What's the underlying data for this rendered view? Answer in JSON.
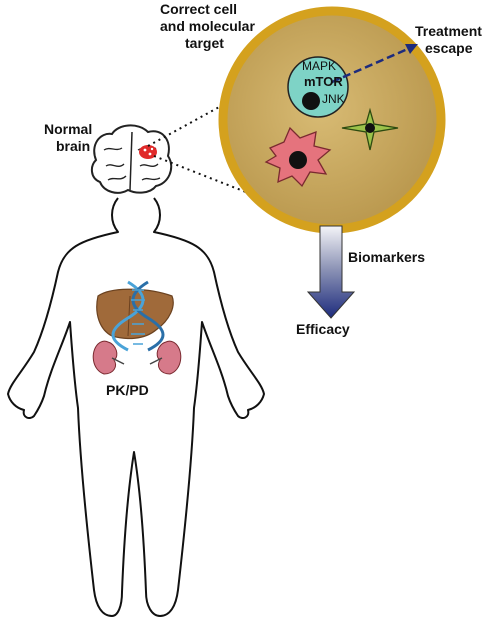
{
  "labels": {
    "target_line1": "Correct cell",
    "target_line2": "and molecular",
    "target_line3": "target",
    "escape_line1": "Treatment",
    "escape_line2": "escape",
    "brain_line1": "Normal",
    "brain_line2": "brain",
    "biomarkers": "Biomarkers",
    "efficacy": "Efficacy",
    "pkpd": "PK/PD"
  },
  "pathway": {
    "mapk": "MAPK",
    "mtor": "mTOR",
    "jnk": "JNK"
  },
  "colors": {
    "cell_fill": "#c9a85c",
    "cell_rim": "#d4a11e",
    "nucleus": "#7ed3c6",
    "tumor": "#e5737d",
    "star": "#9bc24a",
    "arrow_top": "#f2f2f6",
    "arrow_bottom": "#1d2b7d",
    "liver": "#a06a3a",
    "kidney": "#d67a8a",
    "dna": "#4aa3d8",
    "tumor_spot": "#e02a2a"
  }
}
